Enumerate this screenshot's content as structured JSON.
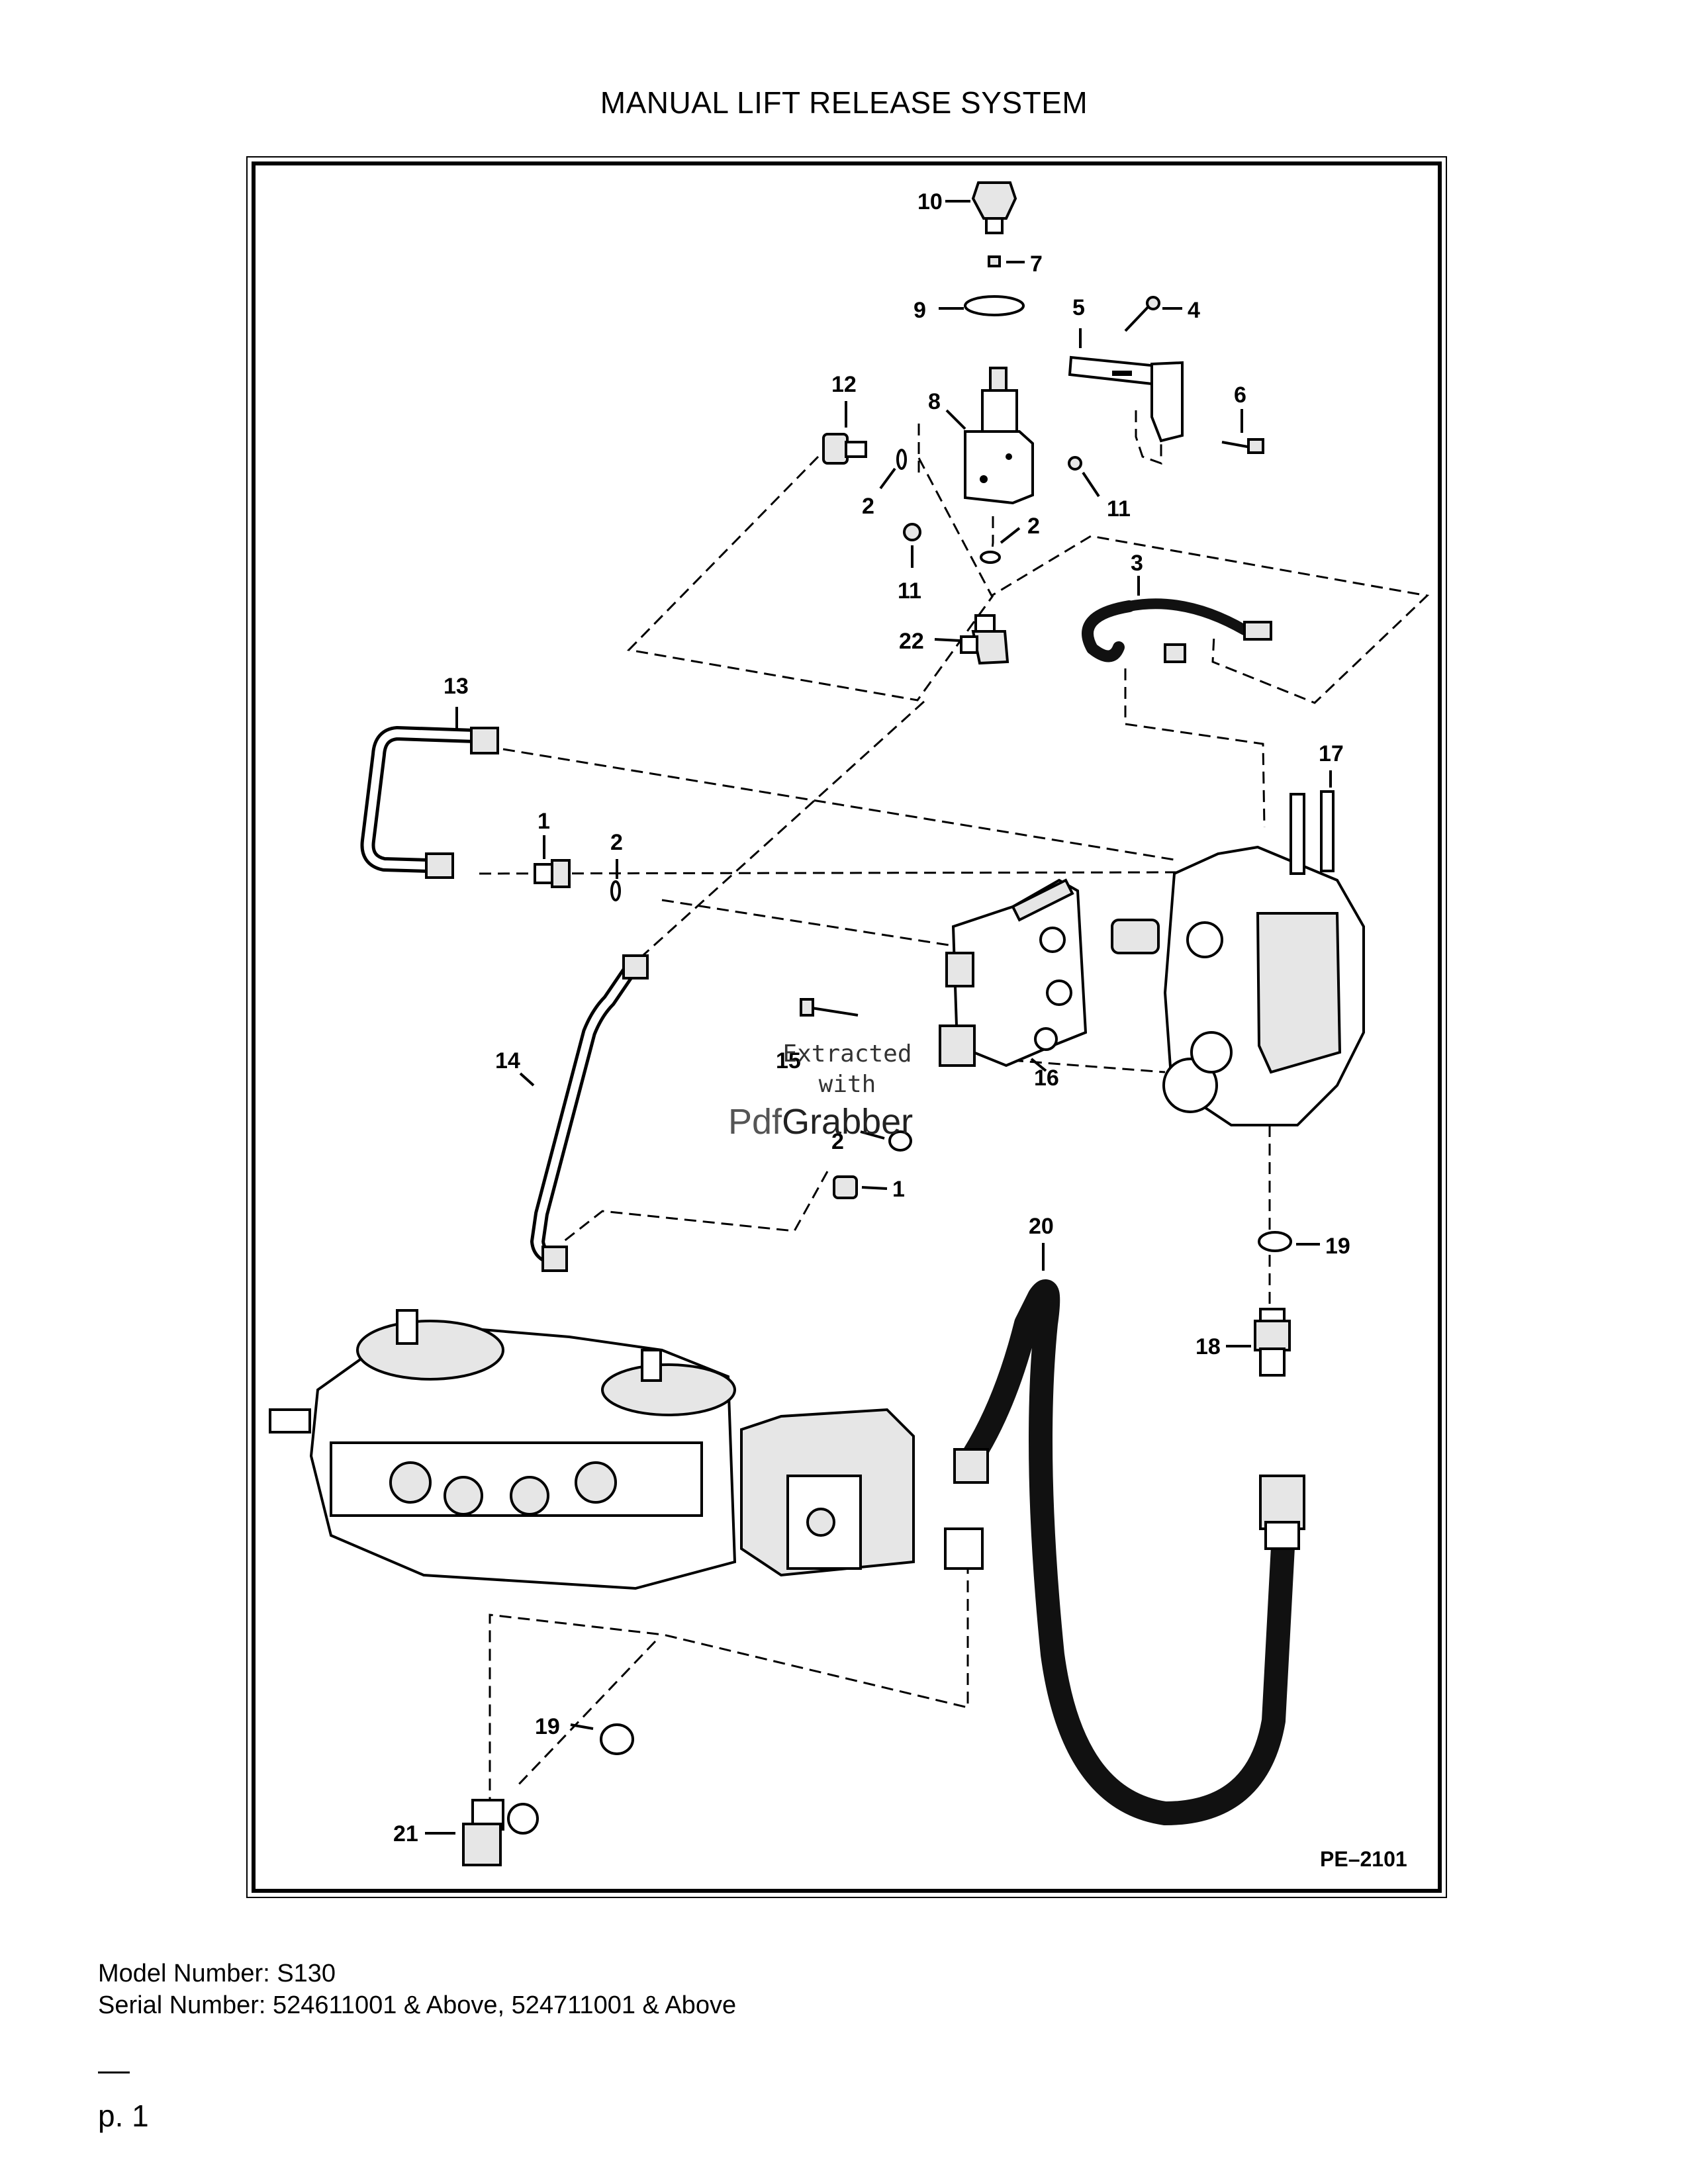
{
  "title": "MANUAL LIFT RELEASE SYSTEM",
  "figure_id": "PE–2101",
  "callouts": [
    "10",
    "7",
    "9",
    "5",
    "4",
    "12",
    "8",
    "6",
    "2",
    "11",
    "2",
    "11",
    "22",
    "3",
    "13",
    "17",
    "1",
    "2",
    "14",
    "15",
    "16",
    "2",
    "1",
    "20",
    "19",
    "18",
    "19",
    "21"
  ],
  "watermark": {
    "line1": "Extracted",
    "line2": "with",
    "brand_a": "Pdf",
    "brand_b": "Grabber"
  },
  "model_line": "Model Number: S130",
  "serial_line": "Serial Number: 524611001 & Above, 524711001 & Above",
  "page_label": "p. 1"
}
